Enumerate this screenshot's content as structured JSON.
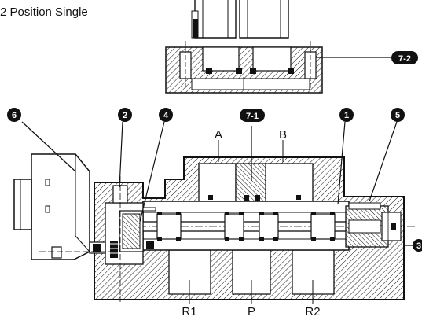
{
  "title": "2 Position Single",
  "callouts": {
    "c6": "6",
    "c2": "2",
    "c4": "4",
    "c71": "7-1",
    "c1": "1",
    "c5": "5",
    "c3": "3",
    "c72": "7-2"
  },
  "ports": {
    "a": "A",
    "b": "B",
    "r1": "R1",
    "p": "P",
    "r2": "R2"
  },
  "colors": {
    "ink": "#111111",
    "paper": "#ffffff",
    "callout_fill": "#111111",
    "callout_text": "#ffffff"
  }
}
